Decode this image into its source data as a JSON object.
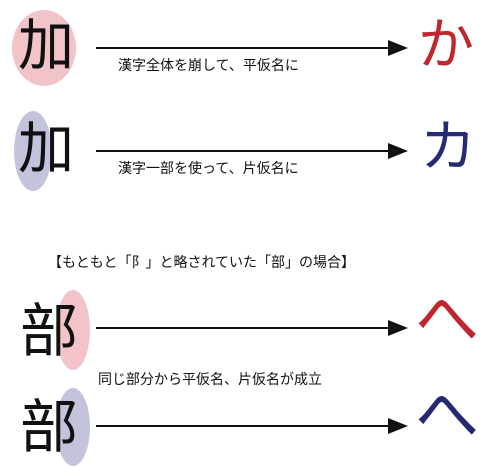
{
  "colors": {
    "pink_ellipse": "#f2c4c9",
    "blue_ellipse": "#c3c3dc",
    "hiragana_red": "#c0262e",
    "katakana_navy": "#252a73",
    "text": "#111111"
  },
  "rows": {
    "ka_hira": {
      "kanji": "加",
      "kana": "か",
      "caption": "漢字全体を崩して、平仮名に"
    },
    "ka_kata": {
      "kanji": "加",
      "kana": "カ",
      "caption": "漢字一部を使って、片仮名に"
    }
  },
  "section_heading": "【もともと「阝」と略されていた「部」の場合】",
  "he": {
    "hira": {
      "kanji": "部",
      "kana": "へ"
    },
    "kata": {
      "kanji": "部",
      "kana": "へ"
    },
    "shared_caption": "同じ部分から平仮名、片仮名が成立"
  },
  "icons": [
    "arrow-right-icon"
  ]
}
